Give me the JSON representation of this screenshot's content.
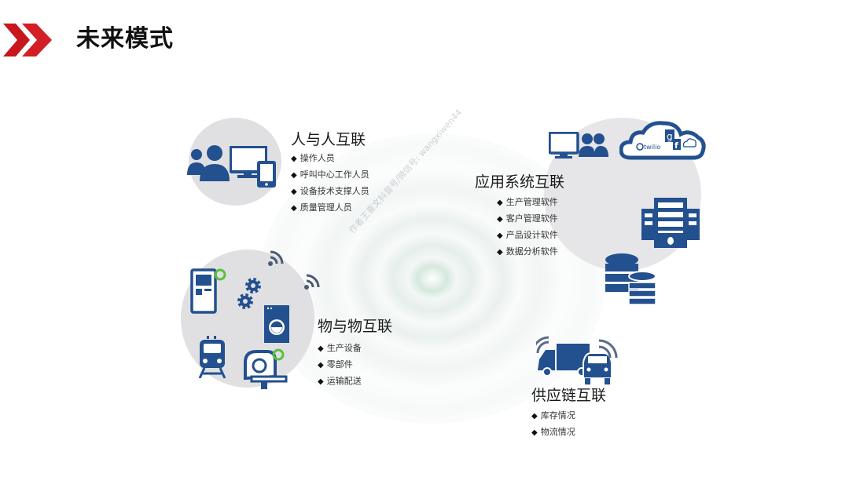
{
  "header": {
    "title": "未来模式",
    "icon": "double-chevron-right-icon",
    "accent_color": "#c8161d"
  },
  "diagram": {
    "background": "water-ripple",
    "watermark": "作者王喜文抖音号/微信号: wangxiwen44",
    "icon_color": "#23508f",
    "circle_color": "#e0e0e2",
    "sections": {
      "people": {
        "title": "人与人互联",
        "icons": [
          "users-icon",
          "monitor-icon",
          "tablet-icon"
        ],
        "items": [
          "操作人员",
          "呼叫中心工作人员",
          "设备技术支撑人员",
          "质量管理人员"
        ]
      },
      "apps": {
        "title": "应用系统互联",
        "icons": [
          "monitor-users-icon",
          "cloud-services-icon",
          "server-icon",
          "database-icon"
        ],
        "cloud_labels": [
          "twilio",
          "g",
          "f"
        ],
        "items": [
          "生产管理软件",
          "客户管理软件",
          "产品设计软件",
          "数据分析软件"
        ]
      },
      "things": {
        "title": "物与物互联",
        "icons": [
          "kiosk-icon",
          "gears-icon",
          "washing-machine-icon",
          "train-icon",
          "ct-scanner-icon",
          "wifi-icon"
        ],
        "items": [
          "生产设备",
          "零部件",
          "运输配送"
        ]
      },
      "supply": {
        "title": "供应链互联",
        "icons": [
          "truck-icon",
          "car-icon",
          "signal-icon"
        ],
        "items": [
          "库存情况",
          "物流情况"
        ]
      }
    },
    "bullet": "◆"
  }
}
